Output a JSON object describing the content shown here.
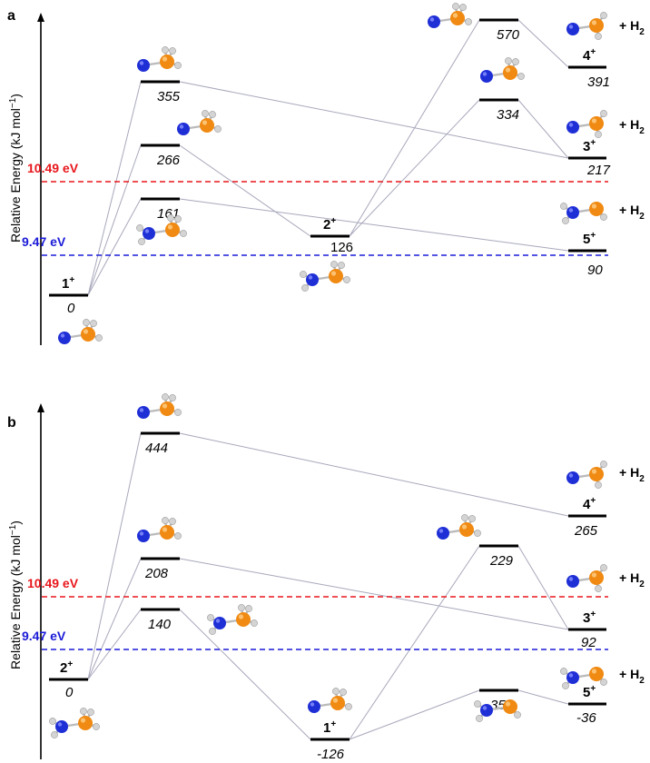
{
  "panels": [
    {
      "panel_label": "a",
      "y_axis_label": "Relative Energy (kJ mol",
      "y_axis_unit_exp": "−1",
      "y_axis_close": ")",
      "thresholds": [
        {
          "label": "10.49 eV",
          "color": "#e8161b"
        },
        {
          "label": "9.47 eV",
          "color": "#1b1bd8"
        }
      ],
      "levels": [
        {
          "id": "1+",
          "species": "1",
          "charge": "+",
          "energy": "0"
        },
        {
          "id": "ts355",
          "energy": "355"
        },
        {
          "id": "ts266",
          "energy": "266"
        },
        {
          "id": "ts161",
          "energy": "161"
        },
        {
          "id": "2+",
          "species": "2",
          "charge": "+",
          "energy": "126"
        },
        {
          "id": "ts570",
          "energy": "570"
        },
        {
          "id": "ts334",
          "energy": "334"
        },
        {
          "id": "4+",
          "species": "4",
          "charge": "+",
          "energy": "391",
          "product": "+ H",
          "product_sub": "2"
        },
        {
          "id": "3+",
          "species": "3",
          "charge": "+",
          "energy": "217",
          "product": "+ H",
          "product_sub": "2"
        },
        {
          "id": "5+",
          "species": "5",
          "charge": "+",
          "energy": "90",
          "product": "+ H",
          "product_sub": "2"
        }
      ]
    },
    {
      "panel_label": "b",
      "y_axis_label": "Relative Energy (kJ mol",
      "y_axis_unit_exp": "−1",
      "y_axis_close": ")",
      "thresholds": [
        {
          "label": "10.49 eV",
          "color": "#e8161b"
        },
        {
          "label": "9.47 eV",
          "color": "#1b1bd8"
        }
      ],
      "levels": [
        {
          "id": "2+",
          "species": "2",
          "charge": "+",
          "energy": "0"
        },
        {
          "id": "ts444",
          "energy": "444"
        },
        {
          "id": "ts208",
          "energy": "208"
        },
        {
          "id": "ts140",
          "energy": "140"
        },
        {
          "id": "1+",
          "species": "1",
          "charge": "+",
          "energy": "-126"
        },
        {
          "id": "ts229",
          "energy": "229"
        },
        {
          "id": "ts35",
          "energy": "35"
        },
        {
          "id": "4+",
          "species": "4",
          "charge": "+",
          "energy": "265",
          "product": "+ H",
          "product_sub": "2"
        },
        {
          "id": "3+",
          "species": "3",
          "charge": "+",
          "energy": "92",
          "product": "+ H",
          "product_sub": "2"
        },
        {
          "id": "5+",
          "species": "5",
          "charge": "+",
          "energy": "-36",
          "product": "+ H",
          "product_sub": "2"
        }
      ]
    }
  ],
  "colors": {
    "nitrogen": "#1f2fd6",
    "phosphorus": "#f08a12",
    "hydrogen": "#d4d4d4",
    "level": "#000000",
    "connector": "#a8a8bc"
  }
}
